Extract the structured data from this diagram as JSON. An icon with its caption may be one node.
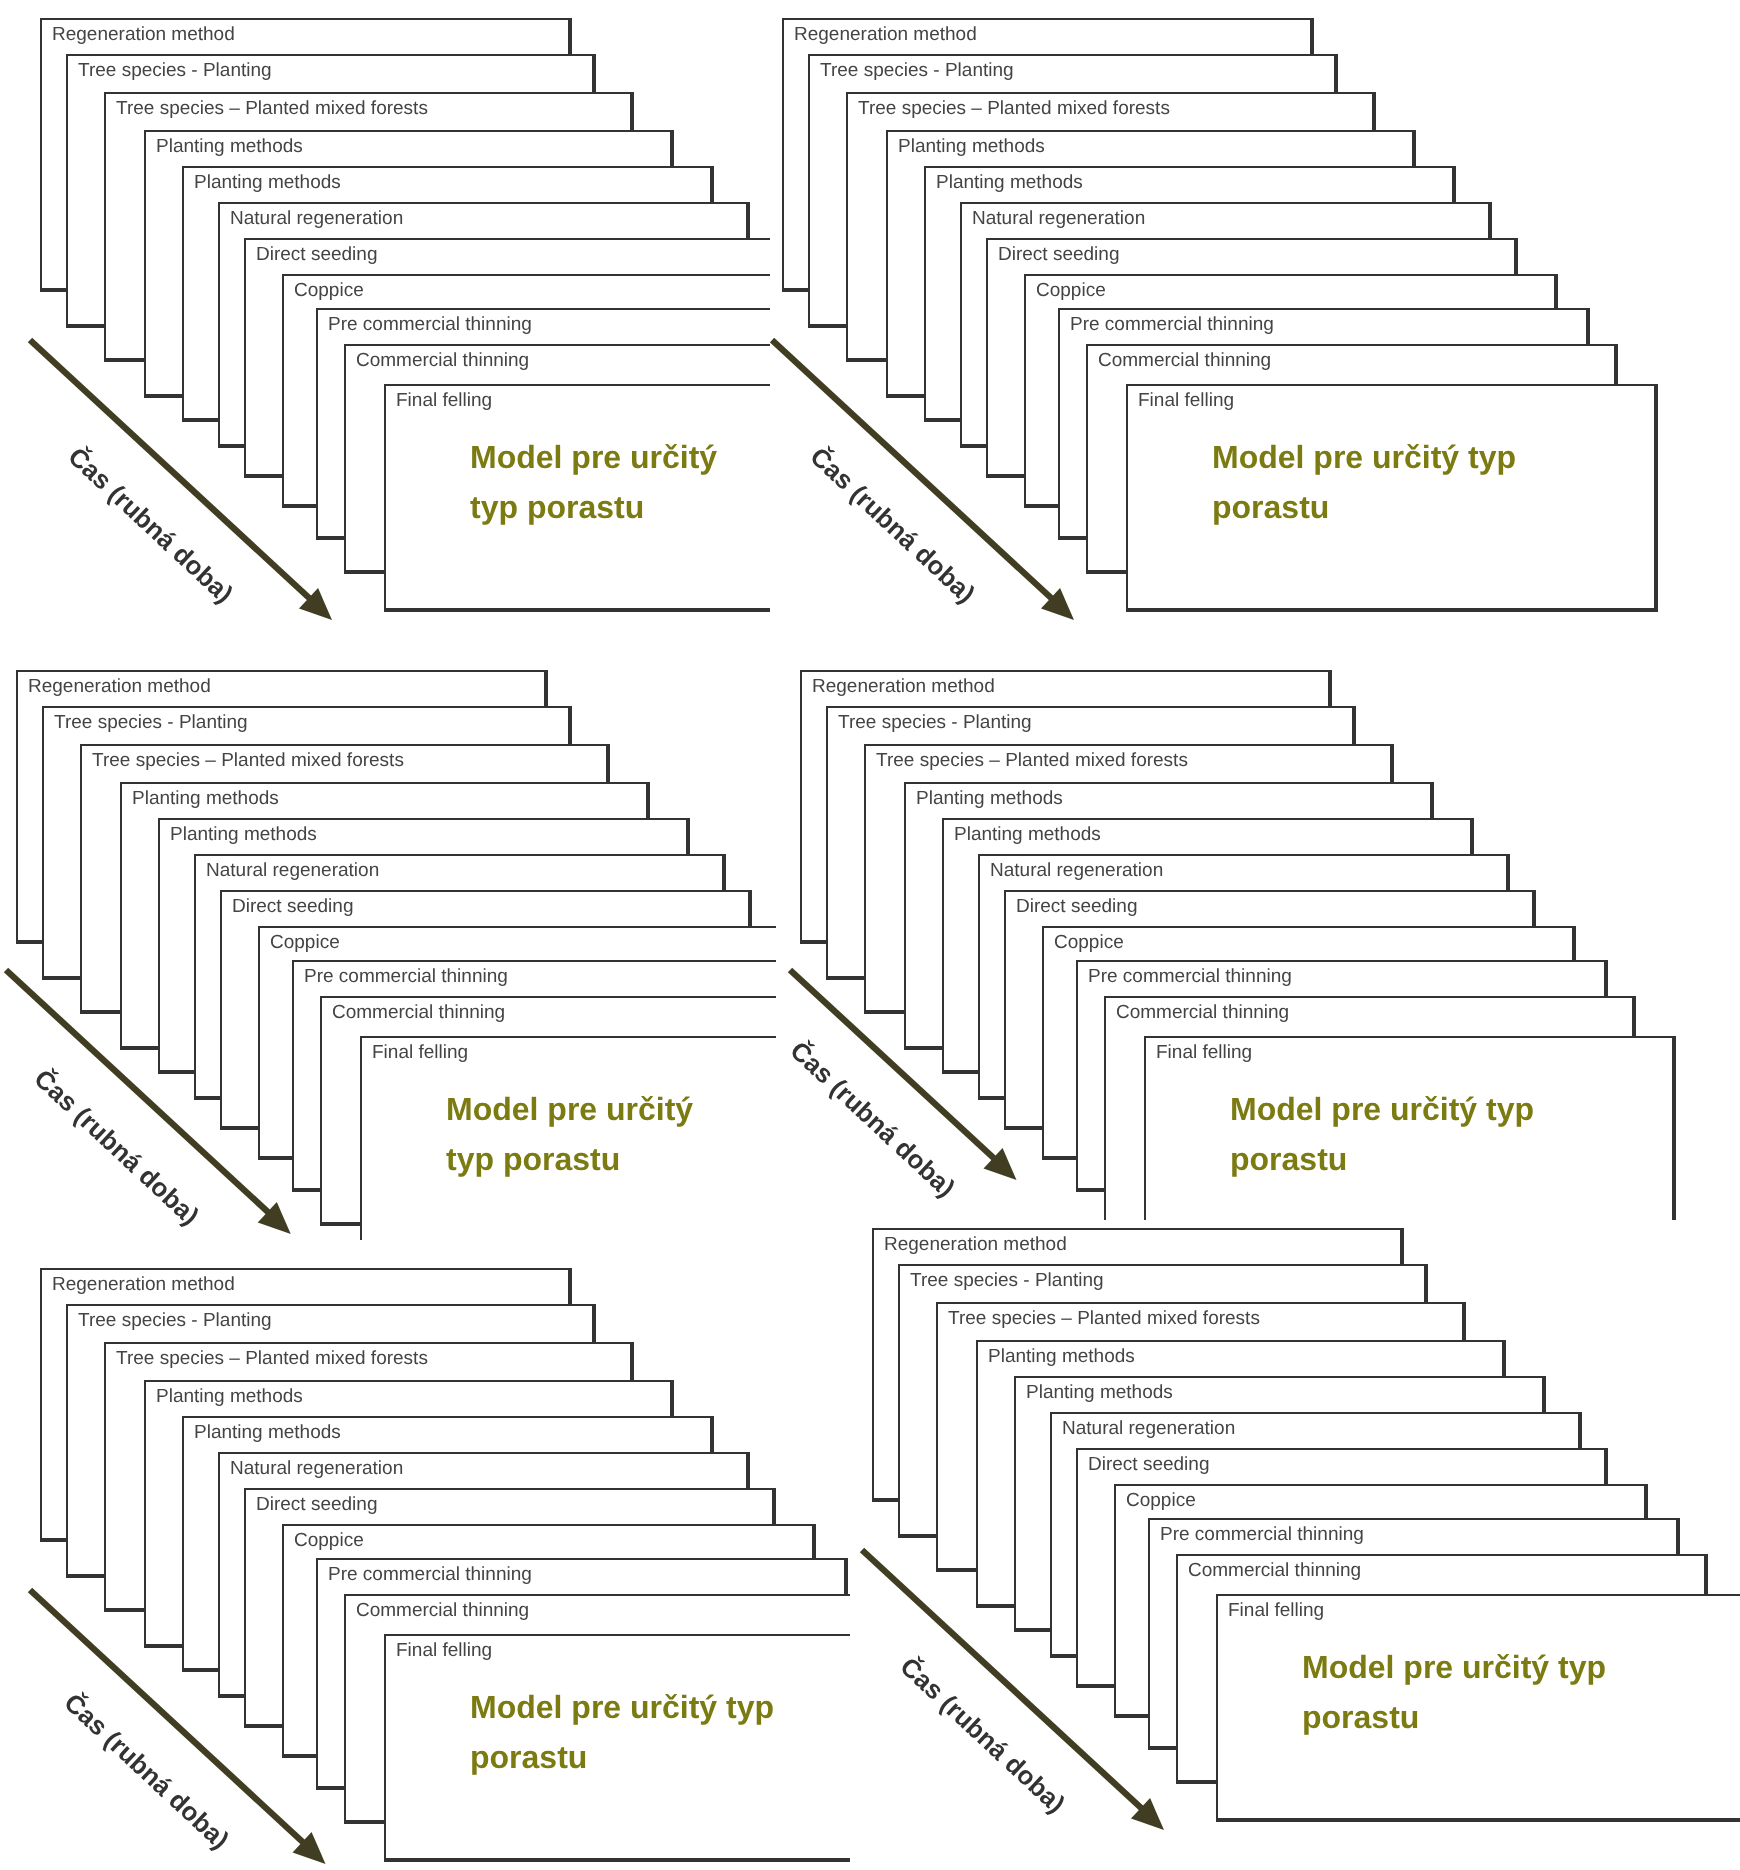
{
  "diagram": {
    "nodes": [
      {
        "text": [
          "Regeneration method"
        ]
      },
      {
        "text": [
          "Tree species - Planting"
        ]
      },
      {
        "text": [
          "Tree species – Planted mixed forests"
        ]
      },
      {
        "text": [
          "Planting methods"
        ]
      },
      {
        "text": [
          "Planting methods"
        ]
      },
      {
        "text": [
          "Natural regeneration"
        ]
      },
      {
        "text": [
          "Direct seeding"
        ]
      },
      {
        "text": [
          "Coppice"
        ]
      },
      {
        "text": [
          "Pre commercial thinning"
        ]
      },
      {
        "text": [
          "Commercial thinning"
        ]
      },
      {
        "text": [
          "Final felling",
          "Model pre určitý typ porastu"
        ]
      },
      {
        "text": [
          "Regeneration method"
        ]
      },
      {
        "text": [
          "Tree species - Planting"
        ]
      },
      {
        "text": [
          "Tree species – Planted mixed forests"
        ]
      },
      {
        "text": [
          "Planting methods"
        ]
      },
      {
        "text": [
          "Planting methods"
        ]
      },
      {
        "text": [
          "Natural regeneration"
        ]
      },
      {
        "text": [
          "Direct seeding"
        ]
      },
      {
        "text": [
          "Coppice"
        ]
      },
      {
        "text": [
          "Pre commercial thinning"
        ]
      },
      {
        "text": [
          "Commercial thinning"
        ]
      },
      {
        "text": [
          "Final felling",
          "Model pre určitý typ porastu"
        ]
      },
      {
        "text": [
          "Regeneration method"
        ]
      },
      {
        "text": [
          "Tree species - Planting"
        ]
      },
      {
        "text": [
          "Tree species – Planted mixed forests"
        ]
      },
      {
        "text": [
          "Planting methods"
        ]
      },
      {
        "text": [
          "Planting methods"
        ]
      },
      {
        "text": [
          "Natural regeneration"
        ]
      },
      {
        "text": [
          "Direct seeding"
        ]
      },
      {
        "text": [
          "Coppice"
        ]
      },
      {
        "text": [
          "Pre commercial thinning"
        ]
      },
      {
        "text": [
          "Commercial thinning"
        ]
      },
      {
        "text": [
          "Final felling",
          "Model pre určitý typ porastu"
        ]
      },
      {
        "text": [
          "Regeneration method"
        ]
      },
      {
        "text": [
          "Tree species - Planting"
        ]
      },
      {
        "text": [
          "Tree species – Planted mixed forests"
        ]
      },
      {
        "text": [
          "Planting methods"
        ]
      },
      {
        "text": [
          "Planting methods"
        ]
      },
      {
        "text": [
          "Natural regeneration"
        ]
      },
      {
        "text": [
          "Direct seeding"
        ]
      },
      {
        "text": [
          "Coppice"
        ]
      },
      {
        "text": [
          "Pre commercial thinning"
        ]
      },
      {
        "text": [
          "Commercial thinning"
        ]
      },
      {
        "text": [
          "Final felling",
          "Model pre určitý typ porastu"
        ]
      },
      {
        "text": [
          "Regeneration method"
        ]
      },
      {
        "text": [
          "Tree species - Planting"
        ]
      },
      {
        "text": [
          "Tree species – Planted mixed forests"
        ]
      },
      {
        "text": [
          "Planting methods"
        ]
      },
      {
        "text": [
          "Planting methods"
        ]
      },
      {
        "text": [
          "Natural regeneration"
        ]
      },
      {
        "text": [
          "Direct seeding"
        ]
      },
      {
        "text": [
          "Coppice"
        ]
      },
      {
        "text": [
          "Pre commercial thinning"
        ]
      },
      {
        "text": [
          "Commercial thinning"
        ]
      },
      {
        "text": [
          "Final felling",
          "Model pre určitý typ porastu"
        ]
      },
      {
        "text": [
          "Regeneration method"
        ]
      },
      {
        "text": [
          "Tree species - Planting"
        ]
      },
      {
        "text": [
          "Tree species – Planted mixed forests"
        ]
      },
      {
        "text": [
          "Planting methods"
        ]
      },
      {
        "text": [
          "Planting methods"
        ]
      },
      {
        "text": [
          "Natural regeneration"
        ]
      },
      {
        "text": [
          "Direct seeding"
        ]
      },
      {
        "text": [
          "Coppice"
        ]
      },
      {
        "text": [
          "Pre commercial thinning"
        ]
      },
      {
        "text": [
          "Commercial thinning"
        ]
      },
      {
        "text": [
          "Final felling",
          "Model pre určitý typ porastu"
        ]
      }
    ],
    "labels": [
      "Čas (rubná doba)",
      "Čas (rubná doba)",
      "Čas (rubná doba)",
      "Čas (rubná doba)",
      "Čas (rubná doba)",
      "Čas (rubná doba)"
    ]
  }
}
